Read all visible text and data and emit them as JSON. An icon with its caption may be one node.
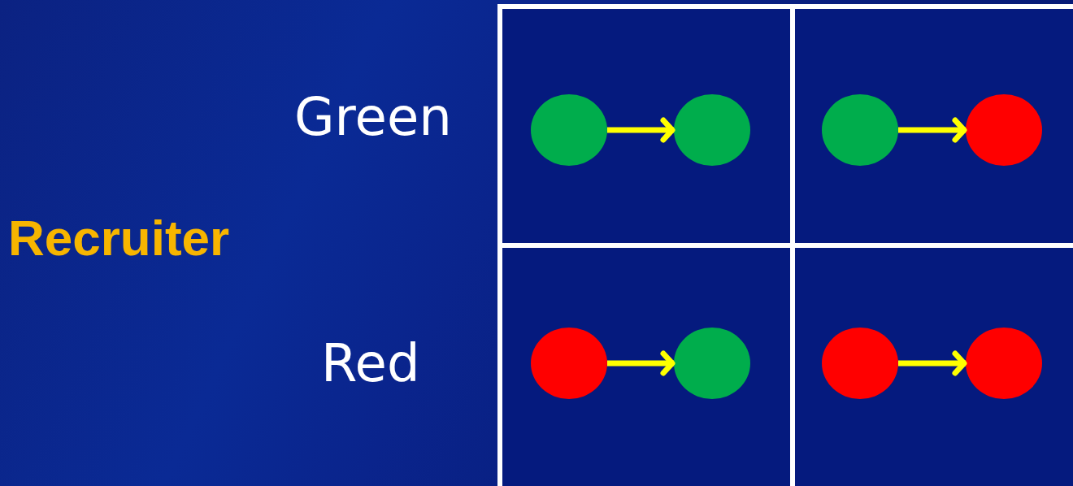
{
  "diagram": {
    "nodes": [
      {
        "text": [],
        "shape": "circle"
      },
      {
        "text": [],
        "shape": "circle"
      },
      {
        "text": [],
        "shape": "circle"
      },
      {
        "text": [],
        "shape": "circle"
      },
      {
        "text": [],
        "shape": "circle"
      },
      {
        "text": [],
        "shape": "circle"
      },
      {
        "text": [],
        "shape": "circle"
      },
      {
        "text": [],
        "shape": "circle"
      }
    ],
    "edges": [
      {
        "from": 0,
        "to": 1,
        "arrow": "to"
      },
      {
        "from": 2,
        "to": 3,
        "arrow": "to"
      },
      {
        "from": 4,
        "to": 5,
        "arrow": "to"
      },
      {
        "from": 6,
        "to": 7,
        "arrow": "to"
      }
    ],
    "labels": [
      "Green",
      "Recruiter",
      "Red"
    ]
  }
}
